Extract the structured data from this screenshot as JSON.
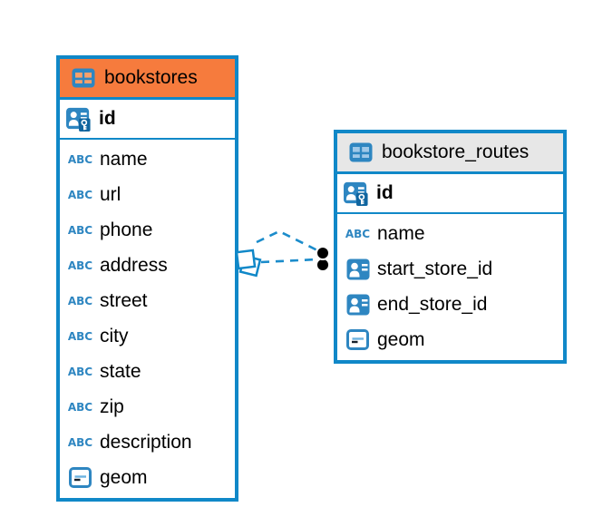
{
  "diagram": {
    "background": "#ffffff",
    "accent_blue": "#1088c8",
    "relationship_line_color": "#1b8ccb",
    "icon_blue": "#2e86c1",
    "key_panel_blue": "#10659f"
  },
  "icon_glyphs": {
    "text_column": "ABC"
  },
  "tables": [
    {
      "name": "bookstores",
      "header_color": "#f67b3d",
      "table_icon_cell_color": "#f9a06b",
      "primary_key": {
        "name": "id",
        "icon": "primary-key-icon"
      },
      "columns": [
        {
          "name": "name",
          "icon": "text-column-icon"
        },
        {
          "name": "url",
          "icon": "text-column-icon"
        },
        {
          "name": "phone",
          "icon": "text-column-icon"
        },
        {
          "name": "address",
          "icon": "text-column-icon"
        },
        {
          "name": "street",
          "icon": "text-column-icon"
        },
        {
          "name": "city",
          "icon": "text-column-icon"
        },
        {
          "name": "state",
          "icon": "text-column-icon"
        },
        {
          "name": "zip",
          "icon": "text-column-icon"
        },
        {
          "name": "description",
          "icon": "text-column-icon"
        },
        {
          "name": "geom",
          "icon": "geometry-column-icon"
        }
      ]
    },
    {
      "name": "bookstore_routes",
      "header_color": "#e7e7e7",
      "table_icon_cell_color": "#9fc8e8",
      "primary_key": {
        "name": "id",
        "icon": "primary-key-icon"
      },
      "columns": [
        {
          "name": "name",
          "icon": "text-column-icon"
        },
        {
          "name": "start_store_id",
          "icon": "reference-column-icon"
        },
        {
          "name": "end_store_id",
          "icon": "reference-column-icon"
        },
        {
          "name": "geom",
          "icon": "geometry-column-icon"
        }
      ]
    }
  ],
  "relationships": [
    {
      "from_table": "bookstores",
      "to_table": "bookstore_routes",
      "style": "dashed"
    },
    {
      "from_table": "bookstores",
      "to_table": "bookstore_routes",
      "style": "dashed"
    }
  ]
}
